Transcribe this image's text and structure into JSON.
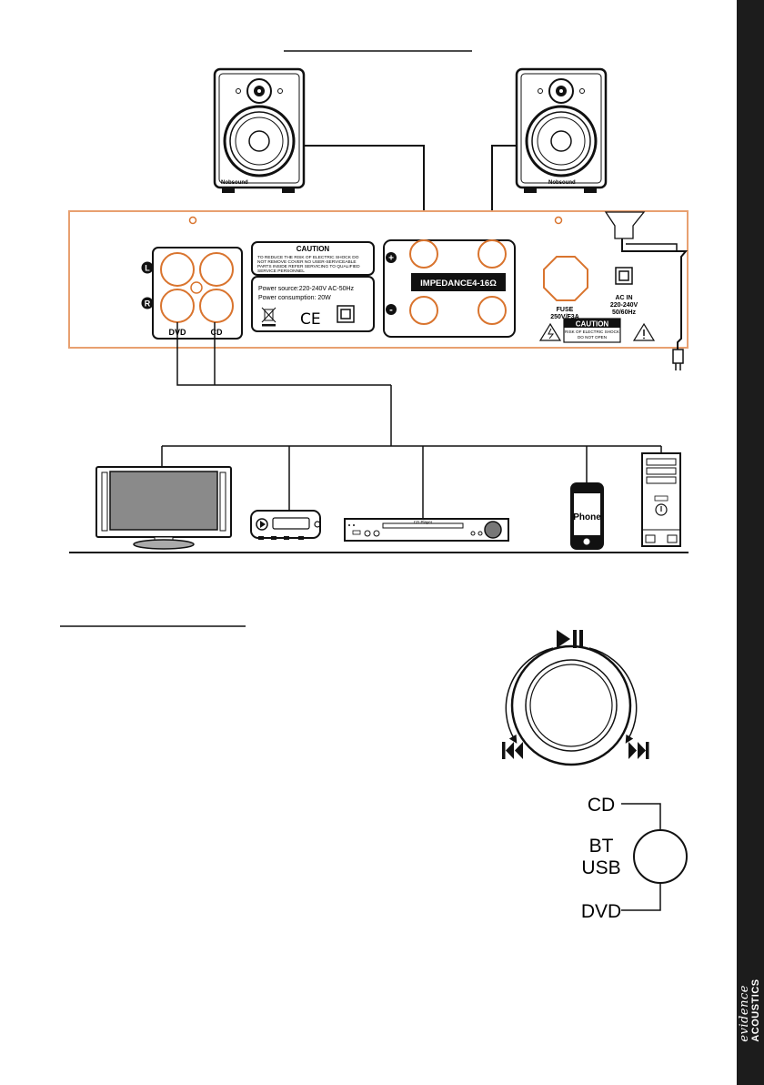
{
  "sidebar": {
    "brand_top": "evidence",
    "brand_bottom": "ACOUSTICS"
  },
  "speakers": {
    "brand_label": "Nobsound"
  },
  "amp_panel": {
    "channel_l": "L",
    "channel_r": "R",
    "input_dvd": "DVD",
    "input_cd": "CD",
    "caution_title": "CAUTION",
    "caution_text": [
      "TO REDUCE THE RISK OF ELECTRIC SHOCK DO",
      "NOT REMOVE COVER NO USER-SERVICEABLE",
      "PARTS INSIDE REFER SERVICING TO QUALIFIED",
      "SERVICE PERSONNEL"
    ],
    "power_source": "Power source:220-240V AC-50Hz",
    "power_consumption": "Power consumption: 20W",
    "ce_mark": "CE",
    "plus_sign": "+",
    "minus_sign": "-",
    "impedance": "IMPEDANCE4-16Ω",
    "fuse_label": "FUSE",
    "fuse_rating": "250V/F3A",
    "ac_in": [
      "AC IN",
      "220-240V",
      "50/60Hz"
    ],
    "caution2_title": "CAUTION",
    "caution2_text": [
      "RISK OF ELECTRIC SHOCK",
      "DO NOT OPEN"
    ]
  },
  "devices": {
    "dvd_player_label": "CD Player",
    "phone_label": "Phone"
  },
  "controls": {
    "play_pause_icon": "play-pause-icon",
    "previous_icon": "previous-track-icon",
    "next_icon": "next-track-icon"
  },
  "selector": {
    "positions": [
      "CD",
      "BT",
      "USB",
      "DVD"
    ]
  }
}
